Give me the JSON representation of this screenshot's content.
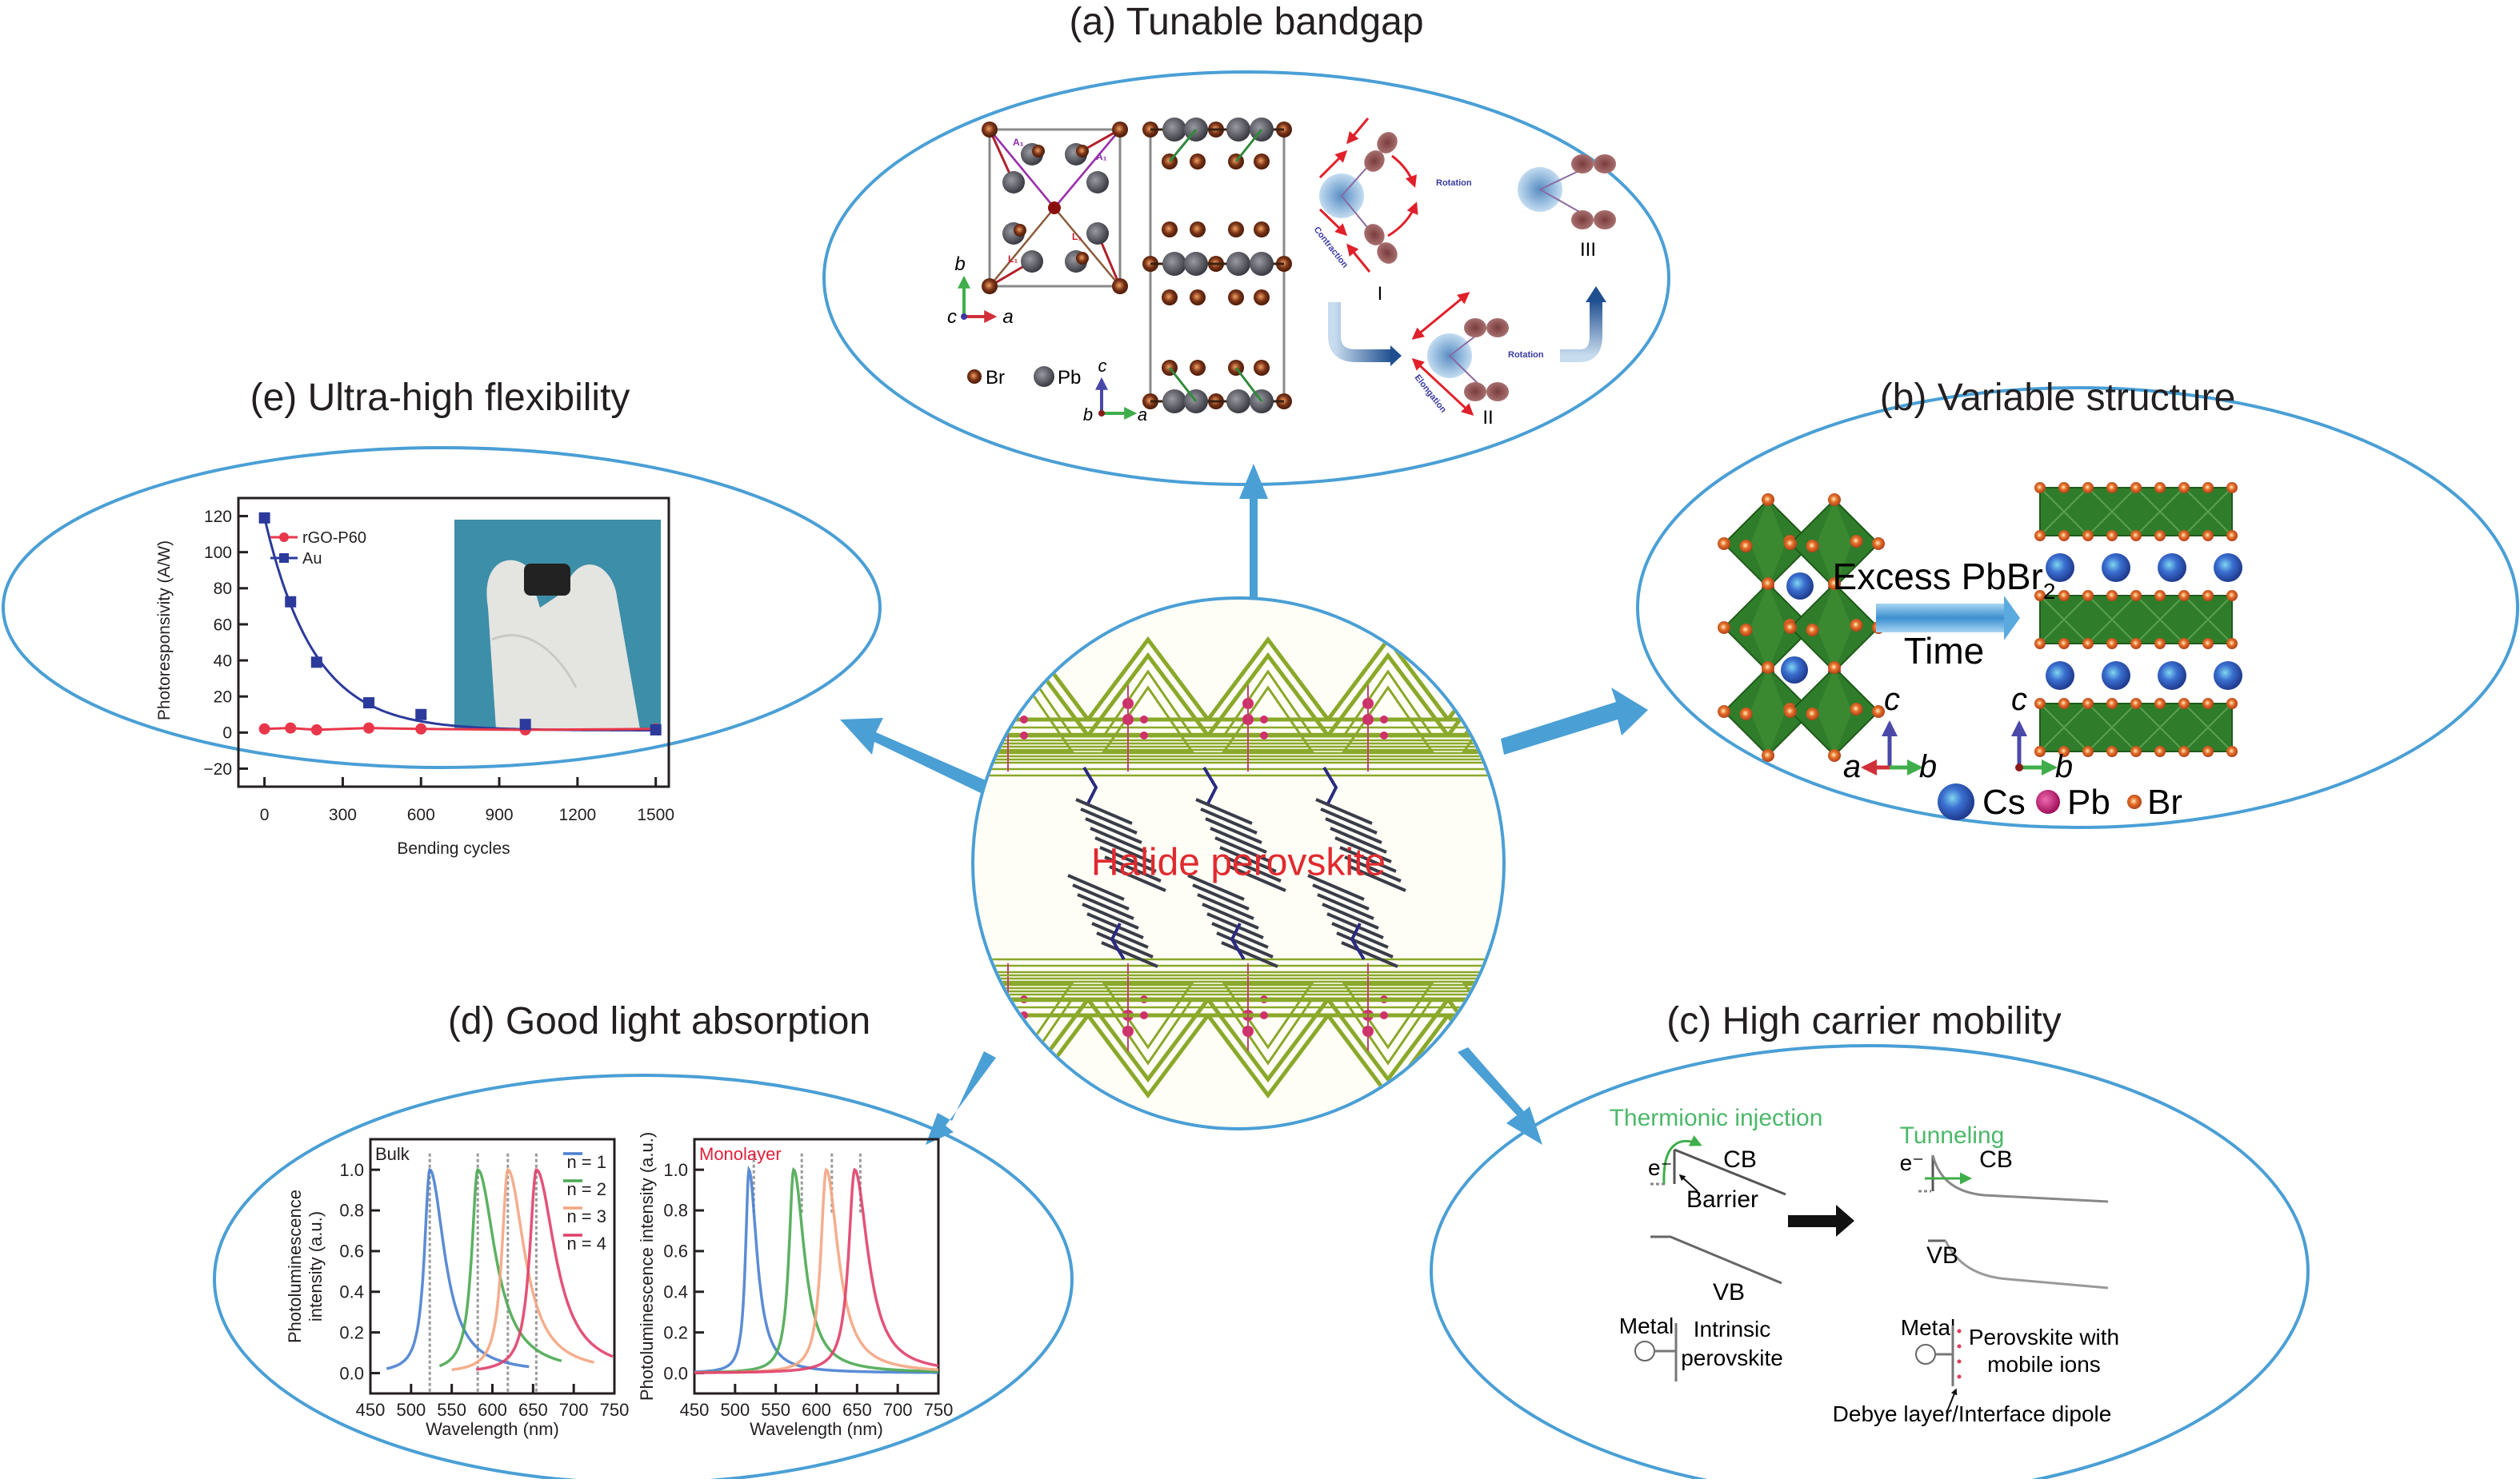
{
  "colors": {
    "ellipse_stroke": "#4a9fd5",
    "arrow": "#4a9fd5",
    "center_label": "#e02a2f",
    "text": "#231f20",
    "green_label": "#4cb86a",
    "monolayer_label": "#e0203a",
    "octahedra_green": "#2f7d2a",
    "framework_green": "#8aa82a",
    "cs_blue": "#2e55b0",
    "pb_magenta": "#c0207a",
    "br_orange": "#d9661f",
    "organic_gray": "#3a3d48"
  },
  "center": {
    "label": "Halide perovskite"
  },
  "panels": {
    "a": {
      "title": "(a) Tunable bandgap",
      "axes1": {
        "b": "b",
        "c": "c",
        "a": "a"
      },
      "axes2": {
        "c": "c",
        "b": "b",
        "a": "a"
      },
      "legend": {
        "br": "Br",
        "pb": "Pb"
      },
      "bond_labels": {
        "a1": "A₁",
        "a2": "A₂",
        "l1": "L₁",
        "l2": "L₂",
        "l3": "L₃"
      },
      "mechanism": {
        "rotation_1": "Rotation",
        "rotation_2": "Rotation",
        "contraction": "Contraction",
        "elongation": "Elongation",
        "stage_1": "I",
        "stage_2": "II",
        "stage_3": "III"
      }
    },
    "b": {
      "title": "(b) Variable structure",
      "arrow_top": "Excess PbBr",
      "arrow_top_sub": "2",
      "arrow_bottom": "Time",
      "axes_left": {
        "c": "c",
        "a": "a",
        "b": "b"
      },
      "axes_right": {
        "c": "c",
        "b": "b"
      },
      "legend": {
        "cs": "Cs",
        "pb": "Pb",
        "br": "Br"
      }
    },
    "c": {
      "title": "(c) High carrier mobility",
      "left": {
        "mechanism": "Thermionic injection",
        "electron": "e⁻",
        "cb": "CB",
        "vb": "VB",
        "barrier": "Barrier",
        "metal": "Metal",
        "material_1": "Intrinsic",
        "material_2": "perovskite"
      },
      "right": {
        "mechanism": "Tunneling",
        "electron": "e⁻",
        "cb": "CB",
        "vb": "VB",
        "metal": "Metal",
        "material_1": "Perovskite with",
        "material_2": "mobile ions",
        "annotation": "Debye layer/Interface dipole"
      }
    },
    "d": {
      "title": "(d) Good light absorption"
    },
    "e": {
      "title": "(e) Ultra-high flexibility"
    }
  },
  "chart_data": [
    {
      "id": "flexibility",
      "type": "line",
      "title": "",
      "xlabel": "Bending cycles",
      "ylabel": "Photoresponsivity (A/W)",
      "xlim": [
        -100,
        1550
      ],
      "ylim": [
        -30,
        130
      ],
      "xticks": [
        0,
        300,
        600,
        900,
        1200,
        1500
      ],
      "yticks": [
        -20,
        0,
        20,
        40,
        60,
        80,
        100,
        120
      ],
      "legend_position": "top-left",
      "inset": "photo of bent device held between gloved fingers",
      "series": [
        {
          "name": "rGO-P60",
          "color": "#e8374a",
          "marker": "circle",
          "x": [
            0,
            100,
            200,
            400,
            600,
            1000,
            1500
          ],
          "y": [
            2,
            2.5,
            1.5,
            2.5,
            2,
            1.5,
            2
          ]
        },
        {
          "name": "Au",
          "color": "#2b3a9b",
          "marker": "square",
          "x": [
            0,
            100,
            200,
            400,
            600,
            1000,
            1500
          ],
          "y": [
            119,
            72.5,
            39,
            16.5,
            10,
            4.5,
            1.5
          ]
        }
      ]
    },
    {
      "id": "pl_bulk",
      "type": "line",
      "annotation": "Bulk",
      "xlabel": "Wavelength (nm)",
      "ylabel": "Photoluminescence intensity (a.u.)",
      "xlim": [
        450,
        750
      ],
      "ylim": [
        -0.1,
        1.15
      ],
      "xticks": [
        450,
        500,
        550,
        600,
        650,
        700,
        750
      ],
      "yticks": [
        0.0,
        0.2,
        0.4,
        0.6,
        0.8,
        1.0
      ],
      "ytick_labels": [
        "0.0",
        "0.2",
        "0.4",
        "0.6",
        "0.8",
        "1.0"
      ],
      "legend_position": "top-right",
      "reference_lines_nm": [
        523,
        582,
        619,
        654
      ],
      "series": [
        {
          "name": "n = 1",
          "color": "#4a7fcf",
          "peak": 523,
          "range": [
            470,
            645
          ],
          "hwhm_left": 8,
          "hwhm_right": 22
        },
        {
          "name": "n = 2",
          "color": "#4aa851",
          "peak": 582,
          "range": [
            535,
            685
          ],
          "hwhm_left": 9,
          "hwhm_right": 26
        },
        {
          "name": "n = 3",
          "color": "#f4a582",
          "peak": 619,
          "range": [
            550,
            725
          ],
          "hwhm_left": 9,
          "hwhm_right": 25
        },
        {
          "name": "n = 4",
          "color": "#e0406a",
          "peak": 654,
          "range": [
            580,
            748
          ],
          "hwhm_left": 10,
          "hwhm_right": 28
        }
      ]
    },
    {
      "id": "pl_monolayer",
      "type": "line",
      "annotation": "Monolayer",
      "xlabel": "Wavelength (nm)",
      "ylabel": "Photoluminescence intensity (a.u.)",
      "xlim": [
        450,
        750
      ],
      "ylim": [
        -0.1,
        1.15
      ],
      "xticks": [
        450,
        500,
        550,
        600,
        650,
        700,
        750
      ],
      "yticks": [
        0.0,
        0.2,
        0.4,
        0.6,
        0.8,
        1.0
      ],
      "ytick_labels": [
        "0.0",
        "0.2",
        "0.4",
        "0.6",
        "0.8",
        "1.0"
      ],
      "reference_lines_nm": [
        523,
        582,
        619,
        654
      ],
      "series": [
        {
          "name": "n = 1",
          "color": "#4a7fcf",
          "peak": 517,
          "range": [
            450,
            750
          ],
          "hwhm_left": 5,
          "hwhm_right": 12
        },
        {
          "name": "n = 2",
          "color": "#4aa851",
          "peak": 572,
          "range": [
            450,
            750
          ],
          "hwhm_left": 7,
          "hwhm_right": 16
        },
        {
          "name": "n = 3",
          "color": "#f4a582",
          "peak": 612,
          "range": [
            450,
            750
          ],
          "hwhm_left": 8,
          "hwhm_right": 18
        },
        {
          "name": "n = 4",
          "color": "#e0406a",
          "peak": 647,
          "range": [
            450,
            750
          ],
          "hwhm_left": 9,
          "hwhm_right": 20
        }
      ]
    }
  ]
}
